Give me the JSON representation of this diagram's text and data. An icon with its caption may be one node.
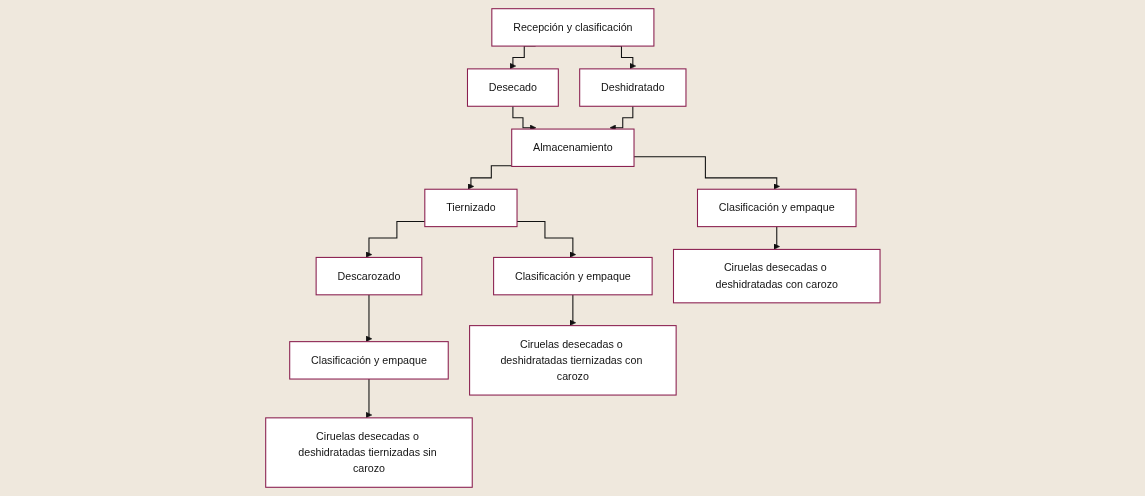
{
  "diagram": {
    "nodes": [
      {
        "text": [
          "Recepción y clasificación"
        ]
      },
      {
        "text": [
          "Desecado"
        ]
      },
      {
        "text": [
          "Deshidratado"
        ]
      },
      {
        "text": [
          "Almacenamiento"
        ]
      },
      {
        "text": [
          "Tiernizado"
        ]
      },
      {
        "text": [
          "Descarozado"
        ]
      },
      {
        "text": [
          "Clasificación y empaque"
        ]
      },
      {
        "text": [
          "Clasificación y empaque"
        ]
      },
      {
        "text": [
          "Clasificación y empaque"
        ]
      },
      {
        "text": [
          "Ciruelas desecadas o deshidratadas con carozo"
        ]
      },
      {
        "text": [
          "Ciruelas desecadas o deshidratadas tiernizadas con carozo"
        ]
      },
      {
        "text": [
          "Ciruelas desecadas o deshidratadas tiernizadas sin carozo"
        ]
      }
    ],
    "edges": [
      {
        "from": 0,
        "to": 1,
        "arrow": "to"
      },
      {
        "from": 0,
        "to": 2,
        "arrow": "to"
      },
      {
        "from": 1,
        "to": 3,
        "arrow": "to"
      },
      {
        "from": 2,
        "to": 3,
        "arrow": "to"
      },
      {
        "from": 3,
        "to": 6,
        "arrow": "to"
      },
      {
        "from": 3,
        "to": 4,
        "arrow": "to"
      },
      {
        "from": 4,
        "to": 7,
        "arrow": "to"
      },
      {
        "from": 4,
        "to": 5,
        "arrow": "to"
      },
      {
        "from": 5,
        "to": 8,
        "arrow": "to"
      },
      {
        "from": 6,
        "to": 9,
        "arrow": "to"
      },
      {
        "from": 7,
        "to": 10,
        "arrow": "to"
      },
      {
        "from": 8,
        "to": 11,
        "arrow": "to"
      }
    ]
  }
}
